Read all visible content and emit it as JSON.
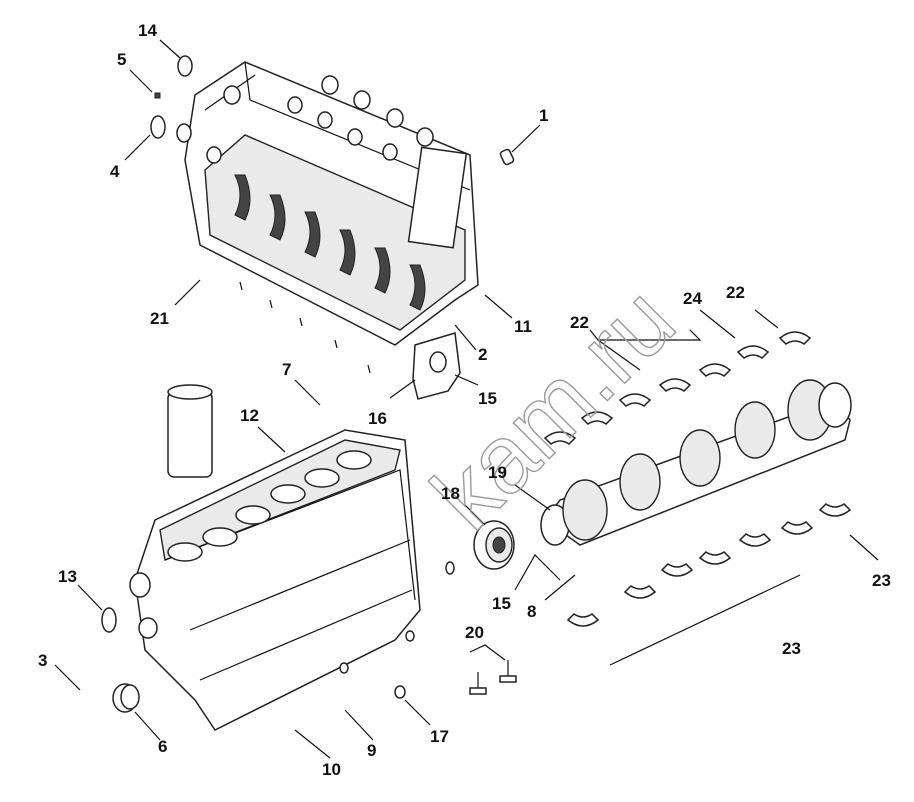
{
  "watermark": "kam.ru",
  "callouts": [
    {
      "id": "c14",
      "text": "14"
    },
    {
      "id": "c5",
      "text": "5"
    },
    {
      "id": "c4",
      "text": "4"
    },
    {
      "id": "c1",
      "text": "1"
    },
    {
      "id": "c21",
      "text": "21"
    },
    {
      "id": "c11",
      "text": "11"
    },
    {
      "id": "c2",
      "text": "2"
    },
    {
      "id": "c7",
      "text": "7"
    },
    {
      "id": "c12",
      "text": "12"
    },
    {
      "id": "c16",
      "text": "16"
    },
    {
      "id": "c15a",
      "text": "15"
    },
    {
      "id": "c22a",
      "text": "22"
    },
    {
      "id": "c24",
      "text": "24"
    },
    {
      "id": "c22b",
      "text": "22"
    },
    {
      "id": "c19",
      "text": "19"
    },
    {
      "id": "c18",
      "text": "18"
    },
    {
      "id": "c13",
      "text": "13"
    },
    {
      "id": "c3",
      "text": "3"
    },
    {
      "id": "c15b",
      "text": "15"
    },
    {
      "id": "c8",
      "text": "8"
    },
    {
      "id": "c20",
      "text": "20"
    },
    {
      "id": "c23a",
      "text": "23"
    },
    {
      "id": "c23b",
      "text": "23"
    },
    {
      "id": "c6",
      "text": "6"
    },
    {
      "id": "c9",
      "text": "9"
    },
    {
      "id": "c17",
      "text": "17"
    },
    {
      "id": "c10",
      "text": "10"
    }
  ]
}
